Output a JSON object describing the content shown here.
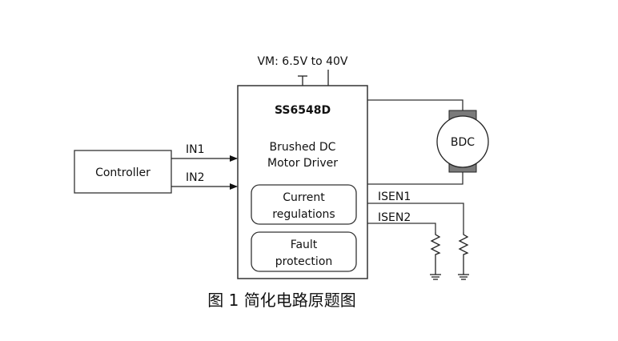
{
  "supply": {
    "label": "VM: 6.5V to 40V"
  },
  "driver": {
    "part_number": "SS6548D",
    "title_line1": "Brushed DC",
    "title_line2": "Motor Driver",
    "blocks": [
      {
        "line1": "Current",
        "line2": "regulations"
      },
      {
        "line1": "Fault",
        "line2": "protection"
      }
    ]
  },
  "controller": {
    "label": "Controller"
  },
  "signals": {
    "in1": "IN1",
    "in2": "IN2",
    "isen1": "ISEN1",
    "isen2": "ISEN2"
  },
  "motor": {
    "label": "BDC"
  },
  "caption": "图 1 简化电路原题图",
  "colors": {
    "line": "#222222",
    "brush": "#7a7a7a"
  }
}
